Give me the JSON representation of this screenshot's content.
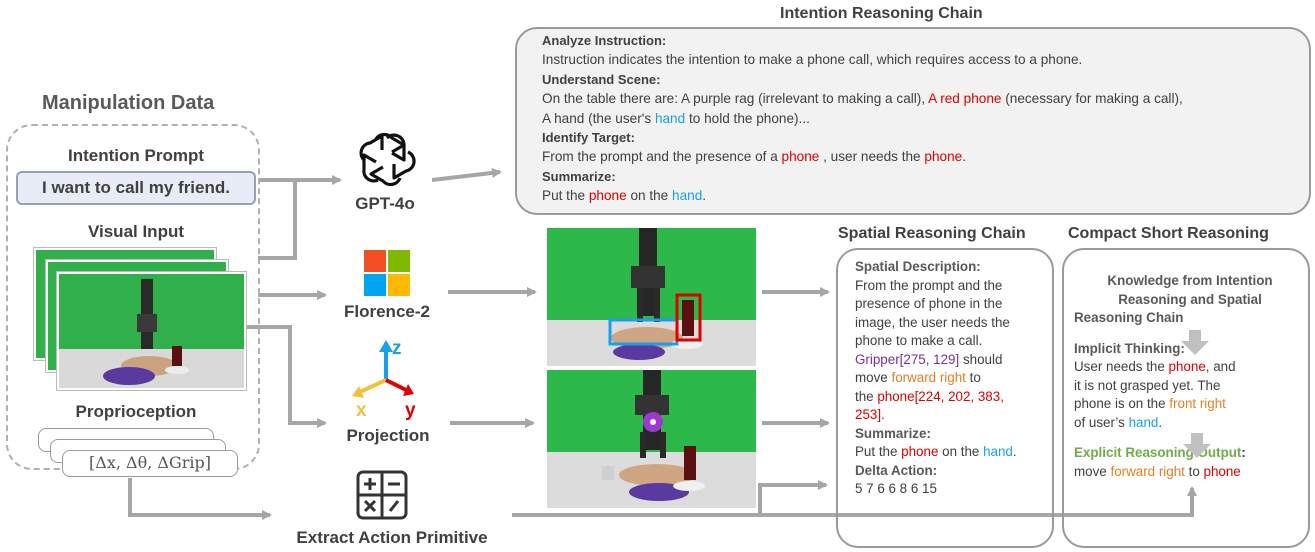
{
  "left": {
    "title": "Manipulation Data",
    "intention_prompt_label": "Intention Prompt",
    "prompt_text": "I want to call my friend.",
    "visual_input_label": "Visual Input",
    "proprioception_label": "Proprioception",
    "proprioception_value": "[Δx, Δθ, ΔGrip]"
  },
  "models": {
    "gpt": "GPT-4o",
    "florence": "Florence-2",
    "projection": "Projection",
    "extract": "Extract Action Primitive",
    "axis_x": "x",
    "axis_y": "y",
    "axis_z": "z"
  },
  "intention": {
    "title": "Intention Reasoning Chain",
    "h1": "Analyze Instruction:",
    "t1": "Instruction indicates the intention to make a phone call, which requires access to a phone.",
    "h2": "Understand Scene:",
    "t2a": "On the table there are: A purple rag (irrelevant to making a call), ",
    "t2b": "A red phone",
    "t2c": " (necessary for making a call),",
    "t3a": "A hand (the user's ",
    "t3b": "hand",
    "t3c": " to hold the phone)...",
    "h3": "Identify Target:",
    "t4a": "From the prompt and the presence of a ",
    "t4b": "phone",
    "t4c": " , user needs the ",
    "t4d": "phone",
    "t4e": ".",
    "h4": "Summarize:",
    "t5a": "Put the ",
    "t5b": "phone",
    "t5c": " on the ",
    "t5d": "hand",
    "t5e": "."
  },
  "spatial": {
    "title": "Spatial Reasoning Chain",
    "h1": "Spatial Description:",
    "l1": "From the prompt and the",
    "l2": "presence of phone in the",
    "l3": "image, the user needs the",
    "l4": "phone to make a call.",
    "l5a": "Gripper[275, 129]",
    "l5b": " should",
    "l6a": "move ",
    "l6b": "forward right",
    "l6c": " to",
    "l7a": "the ",
    "l7b": "phone[224, 202, 383,",
    "l8": "253].",
    "h2": "Summarize:",
    "l9a": "Put the ",
    "l9b": "phone",
    "l9c": " on the ",
    "l9d": "hand",
    "l9e": ".",
    "h3": "Delta Action:",
    "l10": "5 7 6 6 8 6 15"
  },
  "compact": {
    "title": "Compact Short Reasoning",
    "k1": "Knowledge from Intention",
    "k2": "Reasoning and Spatial",
    "k3": "Reasoning Chain",
    "h1": "Implicit Thinking:",
    "i1a": "User needs the ",
    "i1b": "phone",
    "i1c": ", and",
    "i2": "it is not grasped yet. The",
    "i3a": "phone is on the ",
    "i3b": "front right",
    "i4a": "of user’s ",
    "i4b": "hand",
    "i4c": ".",
    "h2": "Explicit Reasoning Output",
    "h2colon": ":",
    "o1a": "move ",
    "o1b": "forward right",
    "o1c": " to ",
    "o1d": "phone"
  },
  "colors": {
    "red": "#e00000",
    "blue": "#1aa0e6",
    "orange": "#e67e22",
    "purple": "#7a2fa0",
    "green": "#70ad47",
    "screen_green": "#2db84a"
  }
}
